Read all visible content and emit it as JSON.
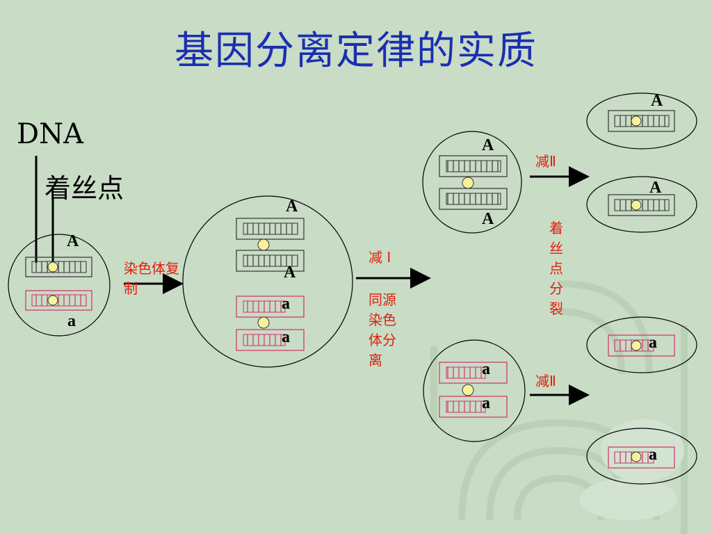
{
  "title": "基因分离定律的实质",
  "labels": {
    "dna": "DNA",
    "centromere": "着丝点",
    "chromosome_replication": "染色体复制",
    "meiosis_1": "减 I",
    "homologous_separation": "同源染色体分离",
    "meiosis_2_top": "减Ⅱ",
    "meiosis_2_bottom": "减Ⅱ",
    "centromere_split": "着丝点分裂"
  },
  "alleles": {
    "dominant": "A",
    "recessive": "a"
  },
  "colors": {
    "title": "#1a2fb0",
    "annotation": "#e0200c",
    "chromatid_dominant": "#333333",
    "chromatid_recessive": "#d0306a",
    "centromere_fill": "#f7f29a",
    "background": "#c9dcc6"
  }
}
